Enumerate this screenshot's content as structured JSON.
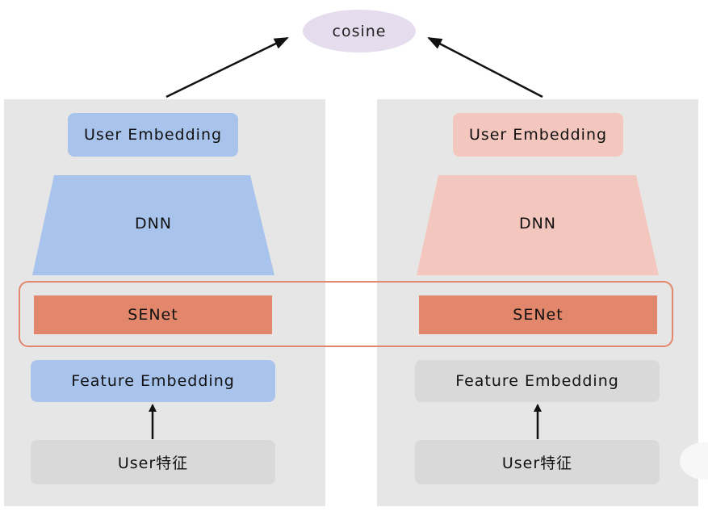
{
  "diagram": {
    "top_node": "cosine",
    "left_tower": {
      "output": "User Embedding",
      "dnn": "DNN",
      "senet": "SENet",
      "feature": "Feature Embedding",
      "input": "User特征"
    },
    "right_tower": {
      "output": "User Embedding",
      "dnn": "DNN",
      "senet": "SENet",
      "feature": "Feature Embedding",
      "input": "User特征"
    }
  },
  "colors": {
    "panel": "#e6e6e6",
    "blue": "#a9c4ec",
    "pink": "#f4c7be",
    "gray": "#d9d9d9",
    "senet": "#e2876b",
    "cosine": "#e5dced"
  }
}
